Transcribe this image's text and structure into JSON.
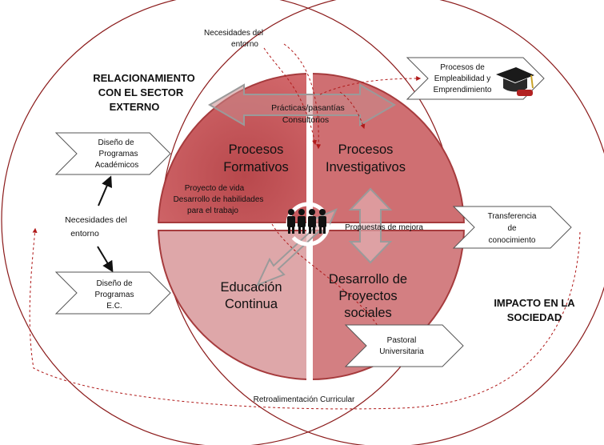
{
  "colors": {
    "outer_circle": "#8b1a1a",
    "quad_formativos": "#c8585b",
    "quad_investigativos": "#cf6f72",
    "quad_continua": "#dea7a9",
    "quad_sociales": "#d37f82",
    "inner_circle": "#a63b3d",
    "dashed": "#b01a1a",
    "gray_arrow": "#9a9a9a",
    "tag_border": "#555555"
  },
  "headings": {
    "left_line1": "RELACIONAMIENTO",
    "left_line2": "CON EL SECTOR",
    "left_line3": "EXTERNO",
    "right_line1": "IMPACTO EN LA",
    "right_line2": "SOCIEDAD"
  },
  "quadrants": {
    "formativos": {
      "line1": "Procesos",
      "line2": "Formativos"
    },
    "investigativos": {
      "line1": "Procesos",
      "line2": "Investigativos"
    },
    "continua": {
      "line1": "Educación",
      "line2": "Continua"
    },
    "sociales": {
      "line1": "Desarrollo de",
      "line2": "Proyectos",
      "line3": "sociales"
    }
  },
  "labels": {
    "necesidades_top_1": "Necesidades del",
    "necesidades_top_2": "entorno",
    "necesidades_left_1": "Necesidades del",
    "necesidades_left_2": "entorno",
    "practicas_1": "Prácticas/pasantías",
    "practicas_2": "Consultorios",
    "proyecto_1": "Proyecto de vida",
    "proyecto_2": "Desarrollo de habilidades",
    "proyecto_3": "para el trabajo",
    "propuestas": "Propuestas de mejora",
    "retro": "Retroalimentación Curricular"
  },
  "tags": {
    "diseno_academicos": {
      "line1": "Diseño de",
      "line2": "Programas",
      "line3": "Académicos"
    },
    "diseno_ec": {
      "line1": "Diseño de",
      "line2": "Programas",
      "line3": "E.C."
    },
    "empleabilidad": {
      "line1": "Procesos de",
      "line2": "Empleabilidad y",
      "line3": "Emprendimiento"
    },
    "transferencia": {
      "line1": "Transferencia",
      "line2": "de",
      "line3": "conocimiento"
    },
    "pastoral": {
      "line1": "Pastoral",
      "line2": "Universitaria"
    }
  },
  "icons": {
    "team": "people-group-icon",
    "cycle": "cycle-arrows-icon",
    "graduation": "graduation-cap-icon"
  }
}
